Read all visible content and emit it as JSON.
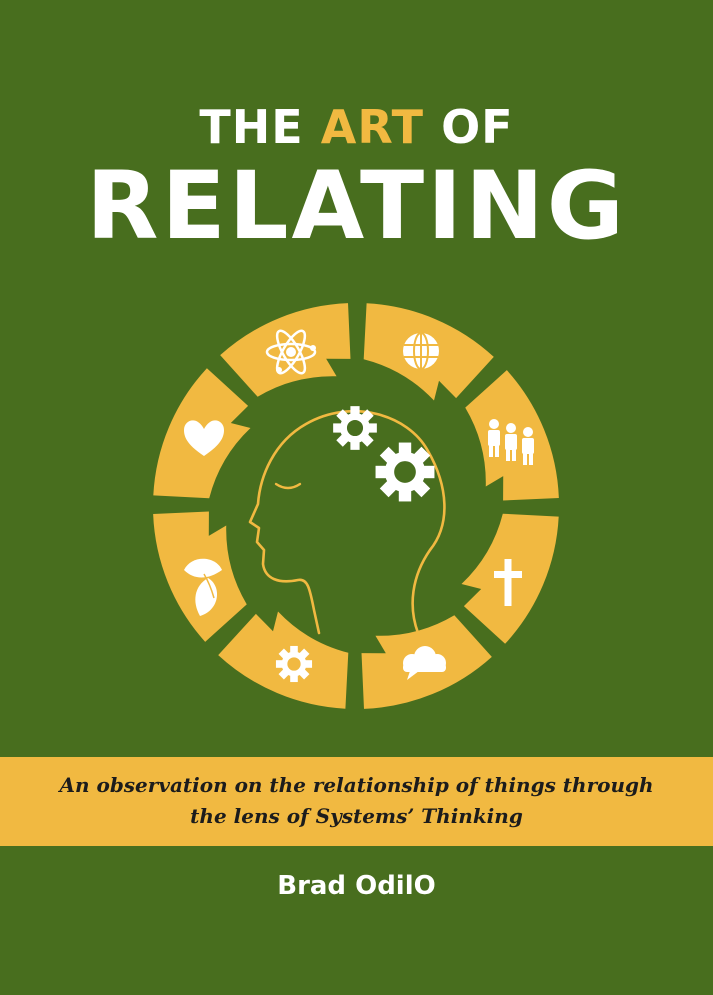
{
  "cover": {
    "title_the": "THE",
    "title_art": "ART",
    "title_of": "OF",
    "title_main": "RELATING",
    "subtitle_line1": "An observation on the relationship of things through",
    "subtitle_line2": "the lens of  Systems’ Thinking",
    "author": "Brad OdilO"
  },
  "colors": {
    "background": "#486e1e",
    "accent": "#f1b941",
    "text": "#ffffff"
  },
  "emblem": {
    "segment_icons": [
      "atom-icon",
      "globe-icon",
      "people-icon",
      "cross-icon",
      "cloud-icon",
      "gear-icon",
      "leaves-icon",
      "heart-icon"
    ],
    "center_icons": [
      "head-profile-icon",
      "gear-icon",
      "gear-icon"
    ]
  }
}
